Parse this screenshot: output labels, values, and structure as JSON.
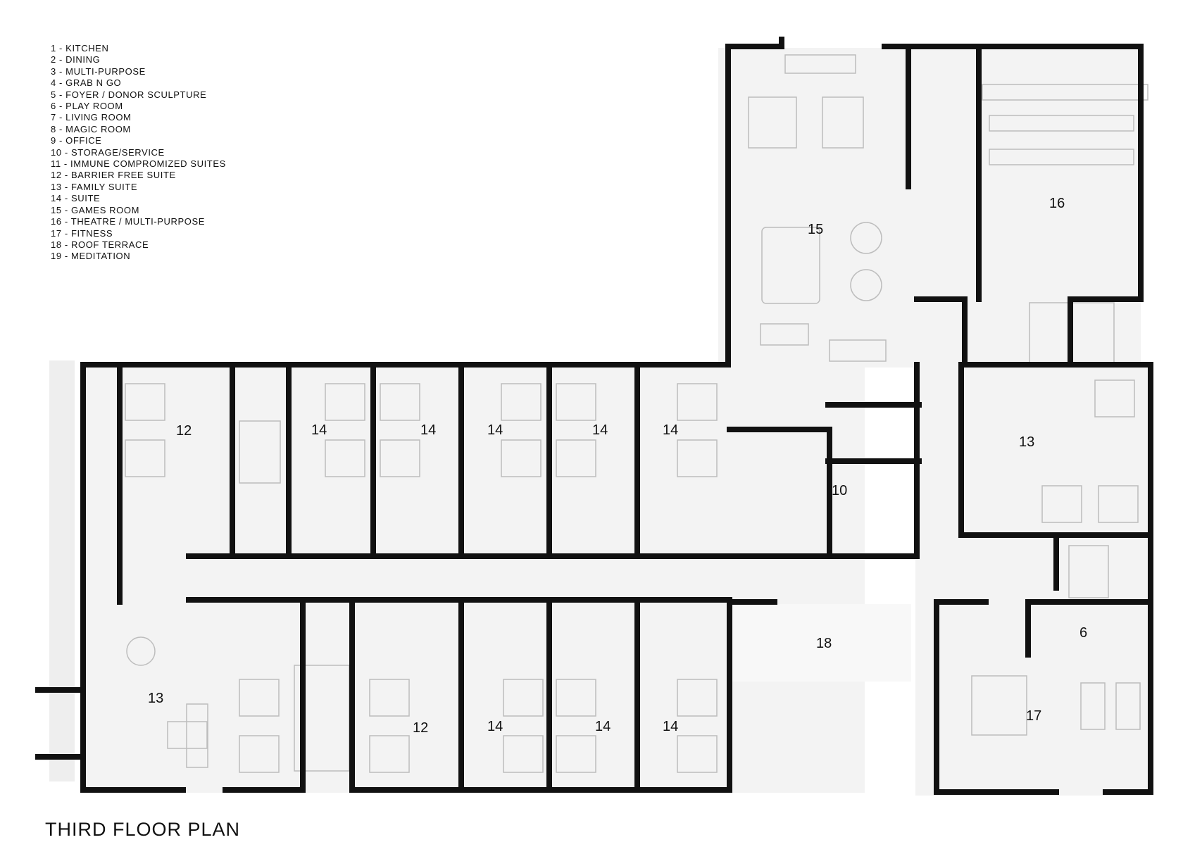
{
  "legend": [
    "1 - KITCHEN",
    "2 - DINING",
    "3 - MULTI-PURPOSE",
    "4 - GRAB N GO",
    "5 - FOYER / DONOR SCULPTURE",
    "6 - PLAY ROOM",
    "7 - LIVING ROOM",
    "8 - MAGIC ROOM",
    "9 - OFFICE",
    "10 - STORAGE/SERVICE",
    "11 - IMMUNE COMPROMIZED SUITES",
    "12 - BARRIER FREE SUITE",
    "13 - FAMILY SUITE",
    "14 - SUITE",
    "15 - GAMES ROOM",
    "16 - THEATRE / MULTI-PURPOSE",
    "17 - FITNESS",
    "18 - ROOF TERRACE",
    "19 - MEDITATION"
  ],
  "title": "THIRD FLOOR PLAN",
  "rooms": [
    {
      "id": "suite-12-north",
      "label": "12"
    },
    {
      "id": "suite-14-n1",
      "label": "14"
    },
    {
      "id": "suite-14-n2",
      "label": "14"
    },
    {
      "id": "suite-14-n3",
      "label": "14"
    },
    {
      "id": "suite-14-n4",
      "label": "14"
    },
    {
      "id": "suite-14-n5",
      "label": "14"
    },
    {
      "id": "games-room",
      "label": "15"
    },
    {
      "id": "theatre",
      "label": "16"
    },
    {
      "id": "storage",
      "label": "10"
    },
    {
      "id": "family-suite-east",
      "label": "13"
    },
    {
      "id": "play-room",
      "label": "6"
    },
    {
      "id": "fitness",
      "label": "17"
    },
    {
      "id": "roof-terrace",
      "label": "18"
    },
    {
      "id": "family-suite-west",
      "label": "13"
    },
    {
      "id": "suite-12-south",
      "label": "12"
    },
    {
      "id": "suite-14-s1",
      "label": "14"
    },
    {
      "id": "suite-14-s2",
      "label": "14"
    },
    {
      "id": "suite-14-s3",
      "label": "14"
    }
  ],
  "colors": {
    "wall": "#111111",
    "floor": "#f3f3f3",
    "furniture": "#bdbdbd",
    "terrace": "#f7f7f7"
  }
}
